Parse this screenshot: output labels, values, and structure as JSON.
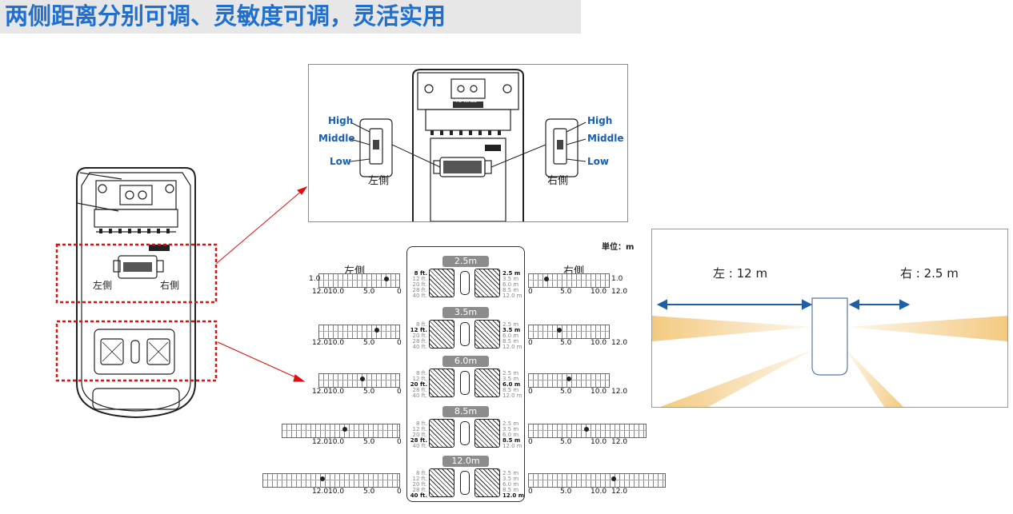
{
  "banner": {
    "title": "两侧距离分别可调、灵敏度可调，灵活实用"
  },
  "left_device": {
    "left_label": "左側",
    "right_label": "右側"
  },
  "switch_detail": {
    "levels": [
      "High",
      "Middle",
      "Low"
    ],
    "left_label": "左側",
    "right_label": "右側",
    "wall_text": "TO WALL"
  },
  "range_chart": {
    "unit": "単位：m",
    "left_header": "左側",
    "right_header": "右側",
    "ft_labels": [
      "8 ft.",
      "12 ft.",
      "20 ft.",
      "28 ft.",
      "40 ft."
    ],
    "m_labels": [
      "2.5 m",
      "3.5 m",
      "6.0 m",
      "8.5 m",
      "12.0 m"
    ],
    "row_left_top": [
      "1.0",
      "",
      "",
      "",
      ""
    ],
    "row_right_top": [
      "1.0",
      "",
      "",
      "",
      ""
    ],
    "rows": [
      {
        "badge": "2.5m",
        "active": 0,
        "left_ticks": [
          "12.0",
          "10.0",
          "5.0",
          "0"
        ],
        "right_ticks": [
          "0",
          "5.0",
          "10.0",
          "12.0"
        ]
      },
      {
        "badge": "3.5m",
        "active": 1,
        "left_ticks": [
          "12.0",
          "10.0",
          "5.0",
          "0"
        ],
        "right_ticks": [
          "0",
          "5.0",
          "10.0",
          "12.0"
        ]
      },
      {
        "badge": "6.0m",
        "active": 2,
        "left_ticks": [
          "12.0",
          "10.0",
          "5.0",
          "0"
        ],
        "right_ticks": [
          "0",
          "5.0",
          "10.0",
          "12.0"
        ]
      },
      {
        "badge": "8.5m",
        "active": 3,
        "left_ticks": [
          "12.0",
          "10.0",
          "5.0",
          "0"
        ],
        "right_ticks": [
          "0",
          "5.0",
          "10.0",
          "12.0"
        ]
      },
      {
        "badge": "12.0m",
        "active": 4,
        "left_ticks": [
          "12.0",
          "10.0",
          "5.0",
          "0"
        ],
        "right_ticks": [
          "0",
          "5.0",
          "10.0",
          "12.0"
        ]
      }
    ]
  },
  "coverage": {
    "left_label": "左 : 12 m",
    "right_label": "右 : 2.5 m"
  }
}
